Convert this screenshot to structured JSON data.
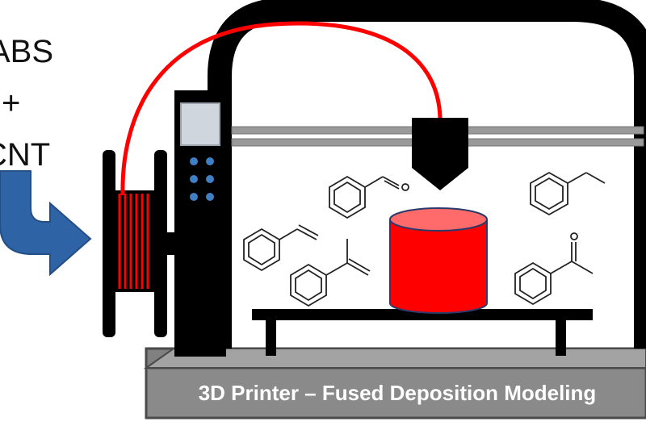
{
  "materials": {
    "line1": "ABS",
    "line2": "+",
    "line3": "CNT"
  },
  "printer_base_label": "3D Printer – Fused Deposition Modeling",
  "colors": {
    "filament": "#ff0000",
    "frame": "#000000",
    "arrow": "#2e63a6",
    "base": "#808080",
    "screen": "#cfd6de",
    "buttons": "#3f7fc4",
    "print_object": "#ff0000",
    "print_object_top": "#ff6b6b"
  },
  "molecules": [
    "styrene",
    "benzaldehyde",
    "ethylbenzene",
    "alpha-methylstyrene",
    "acetophenone"
  ]
}
